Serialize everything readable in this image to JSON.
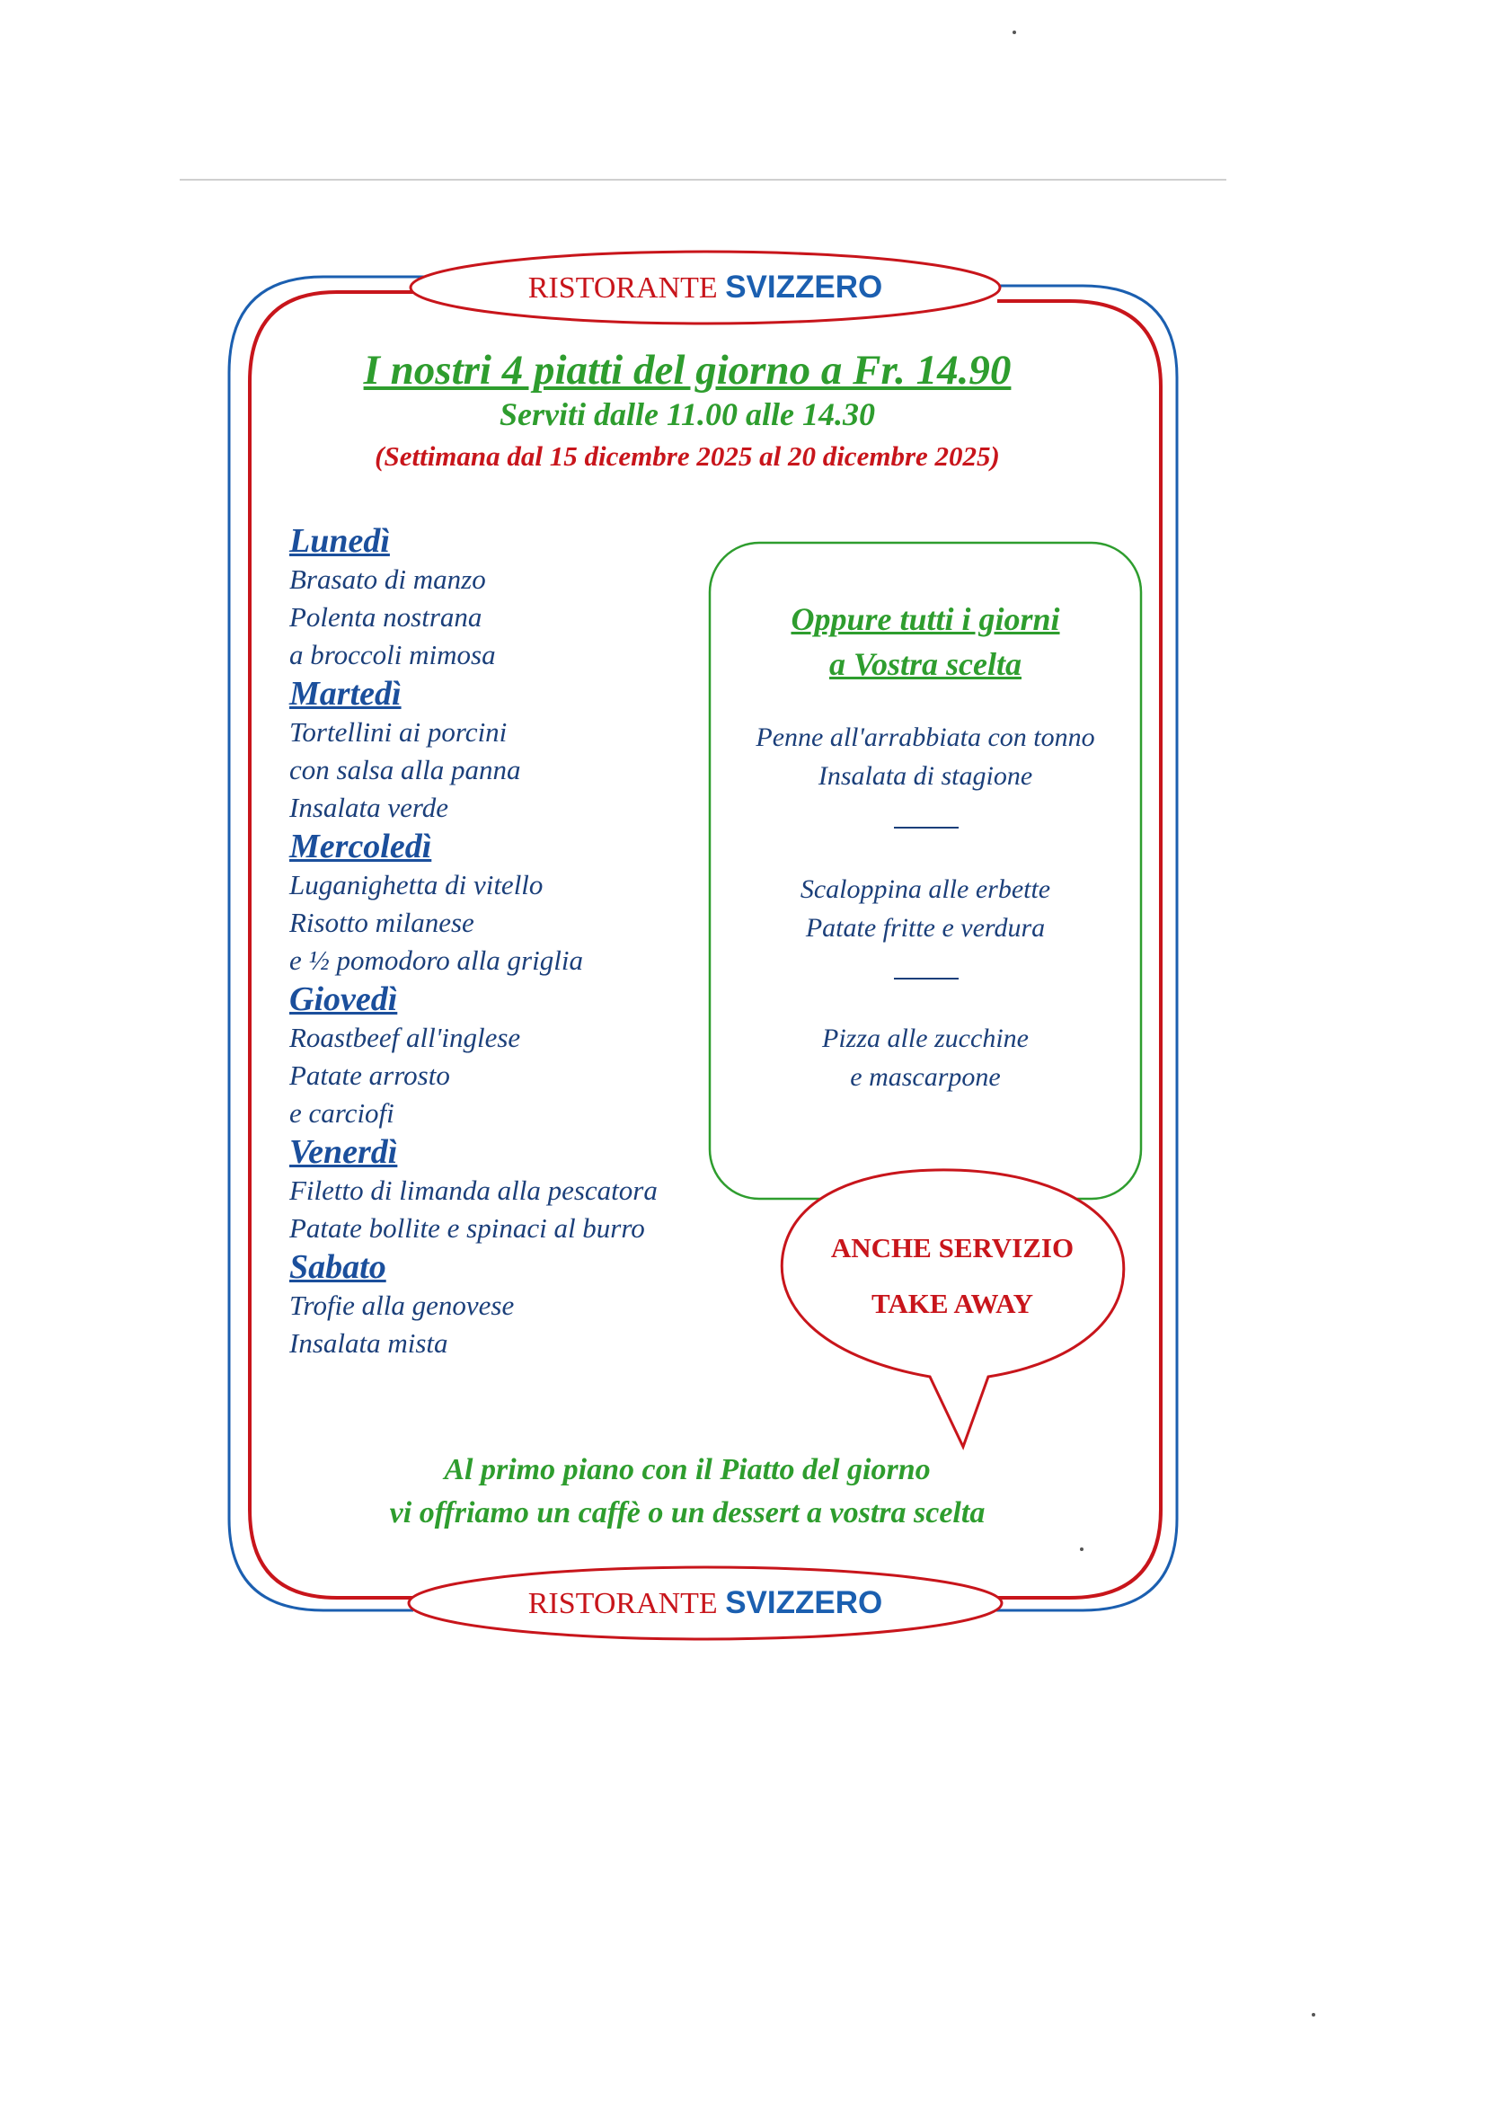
{
  "brand": {
    "name_regular": "RISTORANTE",
    "name_bold": "SVIZZERO"
  },
  "header": {
    "title": "I nostri 4 piatti del giorno a Fr. 14.90",
    "hours": "Serviti dalle 11.00 alle 14.30",
    "week": "(Settimana dal 15 dicembre 2025 al 20 dicembre 2025)"
  },
  "days": [
    {
      "name": "Lunedì",
      "dishes": [
        "Brasato di manzo",
        "Polenta nostrana",
        "a broccoli mimosa"
      ]
    },
    {
      "name": "Martedì",
      "dishes": [
        "Tortellini ai porcini",
        "con salsa alla panna",
        "Insalata verde"
      ]
    },
    {
      "name": "Mercoledì",
      "dishes": [
        "Luganighetta di vitello",
        "Risotto milanese",
        "e ½ pomodoro alla griglia"
      ]
    },
    {
      "name": "Giovedì",
      "dishes": [
        "Roastbeef all'inglese",
        "Patate arrosto",
        "e carciofi"
      ]
    },
    {
      "name": "Venerdì",
      "dishes": [
        "Filetto di limanda alla pescatora",
        "Patate bollite e spinaci al burro"
      ]
    },
    {
      "name": "Sabato",
      "dishes": [
        "Trofie alla genovese",
        "Insalata mista"
      ]
    }
  ],
  "alternatives": {
    "title_line1": "Oppure tutti i giorni",
    "title_line2": "a Vostra scelta",
    "options": [
      [
        "Penne all'arrabbiata con tonno",
        "Insalata di stagione"
      ],
      [
        "Scaloppina alle erbette",
        "Patate fritte e verdura"
      ],
      [
        "Pizza alle zucchine",
        "e mascarpone"
      ]
    ]
  },
  "takeaway": {
    "line1": "ANCHE SERVIZIO",
    "line2": "TAKE AWAY"
  },
  "footer": {
    "line1": "Al primo piano con il Piatto del giorno",
    "line2": "vi offriamo un caffè o un dessert a vostra scelta"
  },
  "colors": {
    "red": "#c8151b",
    "blue": "#1b5fb0",
    "green": "#2e9d2e",
    "dish_text": "#1b3f7a"
  }
}
